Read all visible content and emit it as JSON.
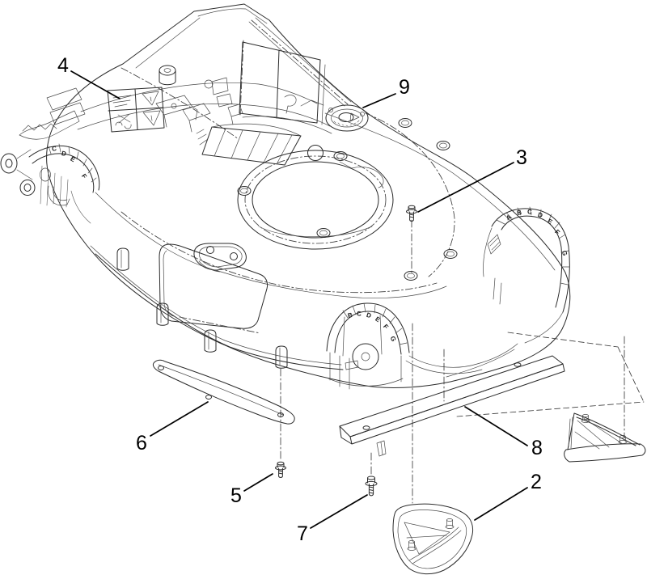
{
  "figure": {
    "background": "#ffffff",
    "line_color": "#2b2b2b",
    "callout_color": "#000000"
  },
  "callouts": [
    {
      "label": "2",
      "target": "side-discharge-chute"
    },
    {
      "label": "3",
      "target": "deck-bolt"
    },
    {
      "label": "4",
      "target": "warning-decal"
    },
    {
      "label": "5",
      "target": "front-bolt"
    },
    {
      "label": "6",
      "target": "wear-strip"
    },
    {
      "label": "7",
      "target": "chute-bolt"
    },
    {
      "label": "8",
      "target": "mulch-plate"
    },
    {
      "label": "9",
      "target": "washout-port"
    }
  ],
  "hoc": {
    "center": [
      "B",
      "C",
      "D",
      "E",
      "F",
      "G"
    ],
    "right": [
      "A",
      "B",
      "C",
      "D",
      "E",
      "F",
      "G"
    ],
    "left": [
      "C",
      "D",
      "E",
      "F"
    ]
  }
}
